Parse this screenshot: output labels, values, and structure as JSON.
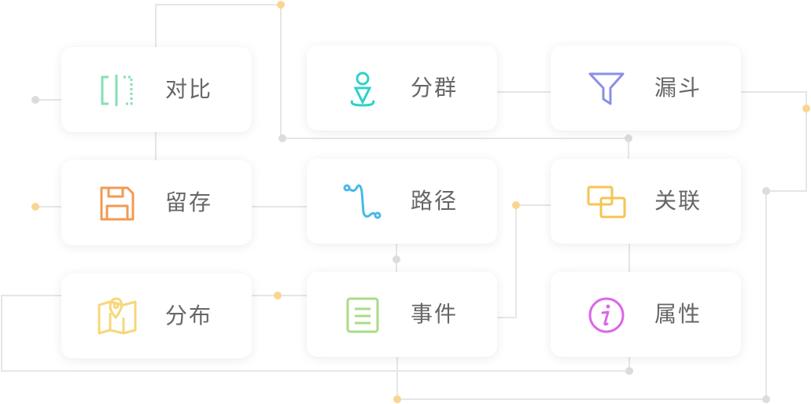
{
  "cards": [
    {
      "key": "compare",
      "label": "对比",
      "icon": "compare-icon",
      "color": "#84e1b4"
    },
    {
      "key": "group",
      "label": "分群",
      "icon": "location-pin-icon",
      "color": "#2fd1c8"
    },
    {
      "key": "funnel",
      "label": "漏斗",
      "icon": "funnel-icon",
      "color": "#8b8ee8"
    },
    {
      "key": "retention",
      "label": "留存",
      "icon": "save-icon",
      "color": "#f29a53"
    },
    {
      "key": "path",
      "label": "路径",
      "icon": "path-icon",
      "color": "#45b9e6"
    },
    {
      "key": "relation",
      "label": "关联",
      "icon": "overlap-icon",
      "color": "#f5c552"
    },
    {
      "key": "distribution",
      "label": "分布",
      "icon": "map-icon",
      "color": "#f6d77a"
    },
    {
      "key": "event",
      "label": "事件",
      "icon": "clipboard-icon",
      "color": "#a9dc85"
    },
    {
      "key": "attribute",
      "label": "属性",
      "icon": "info-icon",
      "color": "#dd66e8"
    }
  ],
  "colors": {
    "line": "#e6e6e6",
    "dot_gray": "#dcdcdc",
    "dot_orange": "#fad592"
  }
}
